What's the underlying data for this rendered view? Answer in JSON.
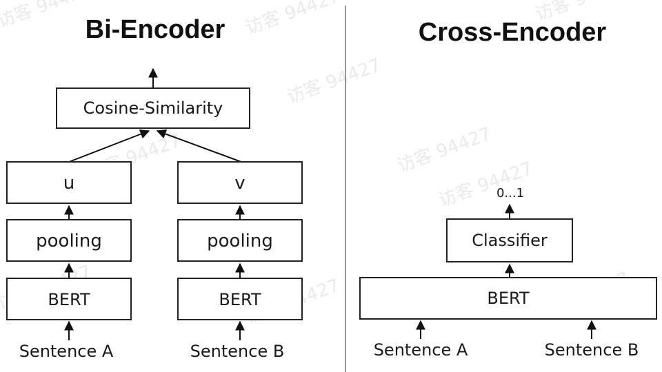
{
  "bi": {
    "title": "Bi-Encoder",
    "cosine": "Cosine-Similarity",
    "u": "u",
    "v": "v",
    "pooling_left": "pooling",
    "pooling_right": "pooling",
    "bert_left": "BERT",
    "bert_right": "BERT",
    "sentence_a": "Sentence A",
    "sentence_b": "Sentence B"
  },
  "cross": {
    "title": "Cross-Encoder",
    "output": "0...1",
    "classifier": "Classifier",
    "bert": "BERT",
    "sentence_a": "Sentence A",
    "sentence_b": "Sentence B"
  },
  "watermark": "访客 94427"
}
